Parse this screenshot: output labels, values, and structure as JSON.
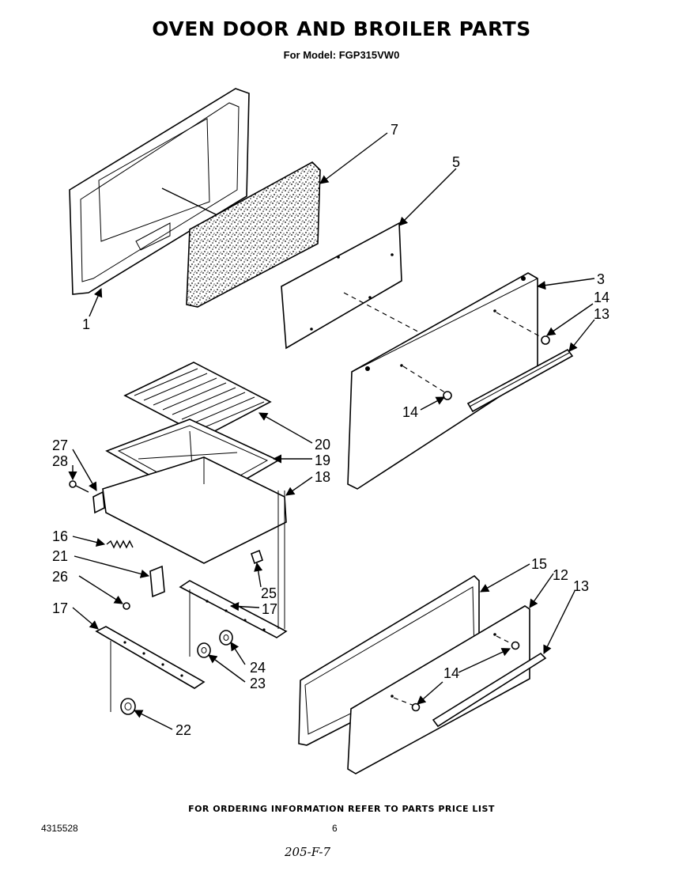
{
  "title": "OVEN DOOR AND BROILER PARTS",
  "subtitle": "For Model: FGP315VW0",
  "footer_note": "FOR ORDERING INFORMATION REFER TO PARTS PRICE LIST",
  "doc_number": "4315528",
  "page_number": "6",
  "handwritten_code": "205-F-7",
  "callouts": {
    "c1": "1",
    "c3": "3",
    "c5": "5",
    "c7": "7",
    "c12": "12",
    "c13a": "13",
    "c13b": "13",
    "c14a": "14",
    "c14b": "14",
    "c14c": "14",
    "c15": "15",
    "c16": "16",
    "c17a": "17",
    "c17b": "17",
    "c18": "18",
    "c19": "19",
    "c20": "20",
    "c21": "21",
    "c22": "22",
    "c23": "23",
    "c24": "24",
    "c25": "25",
    "c26": "26",
    "c27": "27",
    "c28": "28"
  }
}
